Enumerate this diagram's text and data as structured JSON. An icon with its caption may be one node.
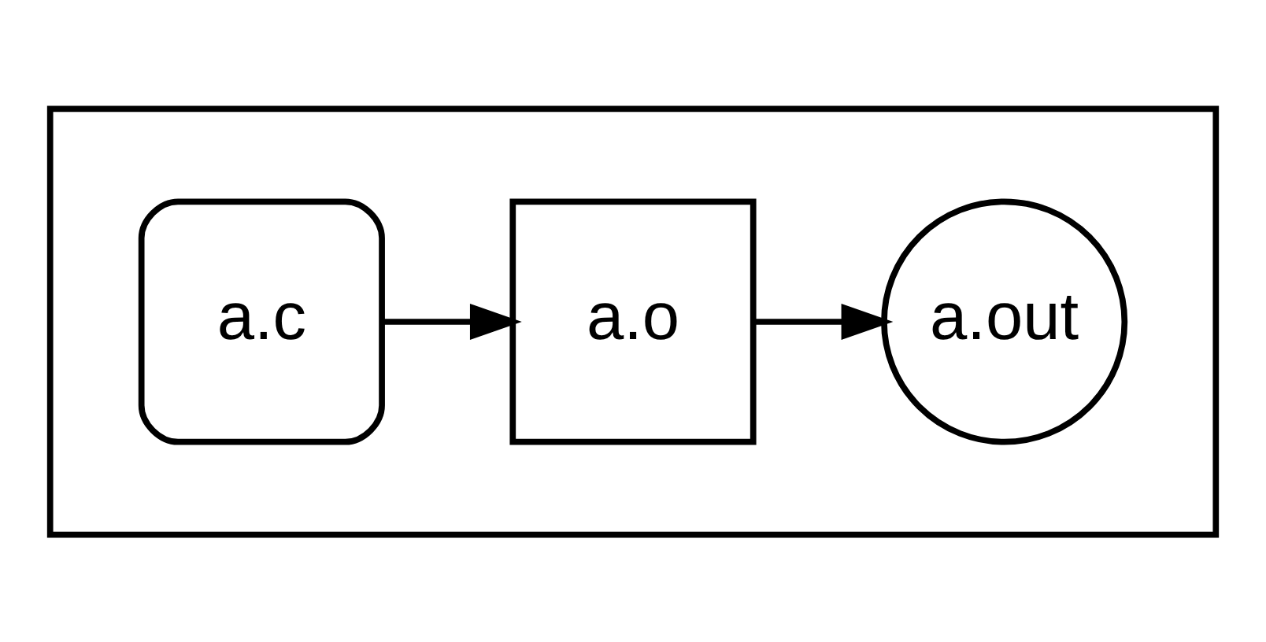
{
  "diagram": {
    "nodes": [
      {
        "text": [],
        "shape": "box"
      },
      {
        "text": [
          "a.c"
        ],
        "in": 0
      },
      {
        "text": [
          "a.o"
        ],
        "in": 0
      },
      {
        "text": [
          "a.out"
        ],
        "in": 0
      }
    ],
    "edges": [
      {
        "from": 1,
        "to": 2,
        "arrow": "to"
      },
      {
        "from": 2,
        "to": 3,
        "arrow": "to"
      }
    ]
  }
}
